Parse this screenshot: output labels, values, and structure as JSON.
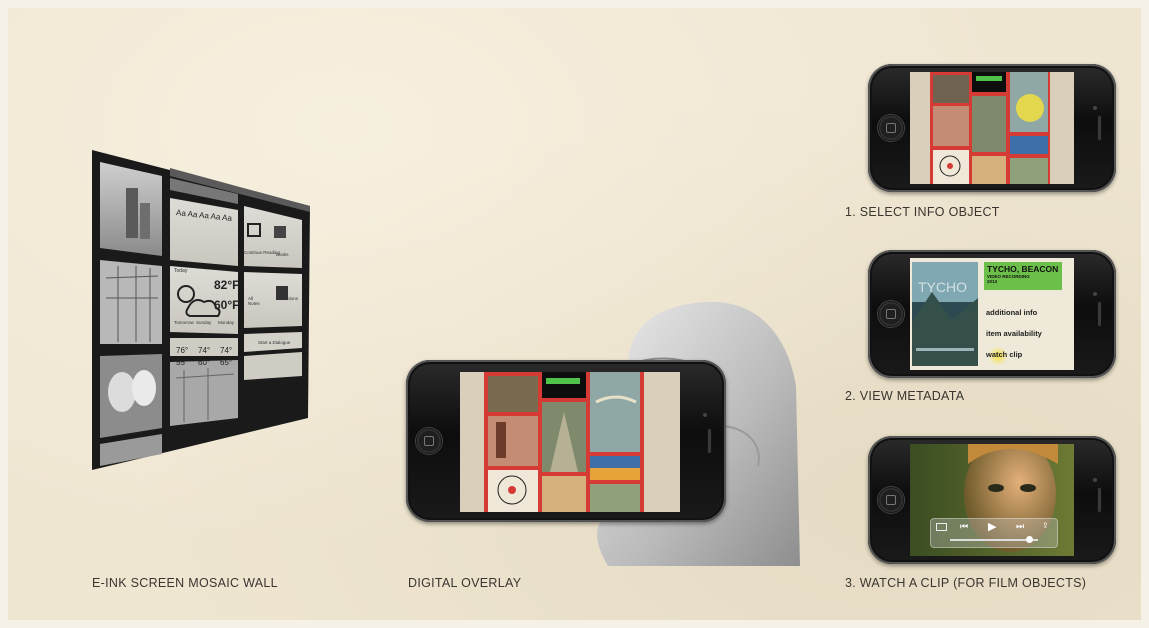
{
  "captions": {
    "mosaic": "E-INK SCREEN MOSAIC WALL",
    "overlay": "DIGITAL OVERLAY",
    "step1": "1. SELECT INFO OBJECT",
    "step2": "2. VIEW METADATA",
    "step3": "3. WATCH A CLIP (FOR FILM OBJECTS)"
  },
  "mosaic": {
    "font_sizes": "Aa Aa Aa Aa Aa",
    "weather_label": "Today",
    "temp_high": "82°F",
    "temp_low": "60°F",
    "forecast": [
      {
        "day": "Tomorrow",
        "hi": "76°",
        "lo": "55°"
      },
      {
        "day": "Sunday",
        "hi": "74°",
        "lo": "60°"
      },
      {
        "day": "Monday",
        "hi": "74°",
        "lo": "65°"
      }
    ],
    "continue_reading": "Continue Reading",
    "books": "Books",
    "all_notes": "All Notes",
    "collections": "Collections",
    "start_dialogue": "Start a Dialogue"
  },
  "metadata": {
    "title": "TYCHO, BEACON",
    "subtitle": "VIDEO RECORDING",
    "year": "2013",
    "menu": [
      "additional info",
      "item availability",
      "watch clip"
    ]
  },
  "colors": {
    "paper": "#efe6d2",
    "accent_red": "#d63a34",
    "metadata_green": "#6cc04a"
  }
}
